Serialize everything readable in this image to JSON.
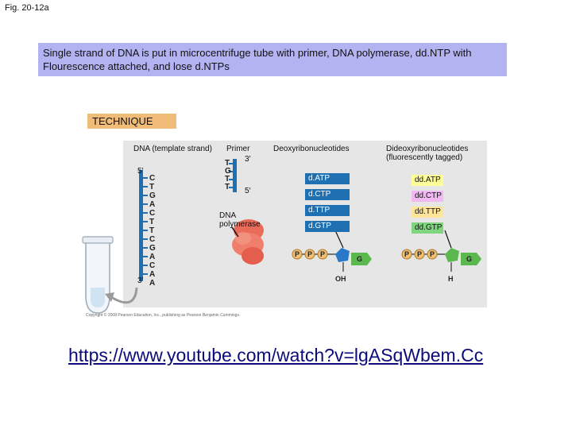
{
  "figure_label": "Fig. 20-12a",
  "caption": "Single strand of DNA is put in microcentrifuge tube with primer, DNA polymerase, dd.NTP with Flourescence attached, and lose d.NTPs",
  "technique_label": "TECHNIQUE",
  "headers": {
    "dna_template": "DNA (template strand)",
    "primer": "Primer",
    "deoxy": "Deoxyribonucleotides",
    "dideoxy": "Dideoxyribonucleotides (fluorescently tagged)"
  },
  "template_bases": [
    "C",
    "T",
    "G",
    "A",
    "C",
    "T",
    "T",
    "C",
    "G",
    "A",
    "C",
    "A",
    "A"
  ],
  "primer_bases": [
    "T",
    "G",
    "T",
    "T"
  ],
  "ends": {
    "five": "5′",
    "three": "3′"
  },
  "polymerase_label": "DNA polymerase",
  "deoxy_tiles": [
    "d.ATP",
    "d.CTP",
    "d.TTP",
    "d.GTP"
  ],
  "dideoxy_tiles": [
    "dd.ATP",
    "dd.CTP",
    "dd.TTP",
    "dd.GTP"
  ],
  "molecule": {
    "phosphate": "P",
    "base": "G",
    "oh": "OH",
    "h": "H"
  },
  "copyright": "Copyright © 2008 Pearson Education, Inc., publishing as Pearson Benjamin Cummings.",
  "link": "https://www.youtube.com/watch?v=lgASqWbem.Cc",
  "colors": {
    "caption_bg": "#b3b3f2",
    "technique_bg": "#f0bc78",
    "dna_blue": "#1f6fb3",
    "polymerase": "#e96b5a",
    "phosphate": "#f0c070",
    "sugar_blue": "#2a78c8",
    "sugar_green": "#5bb84f",
    "dd_a": "#ffff99",
    "dd_c": "#f2b8f2",
    "dd_t": "#ffe599",
    "dd_g": "#7fd67f"
  }
}
